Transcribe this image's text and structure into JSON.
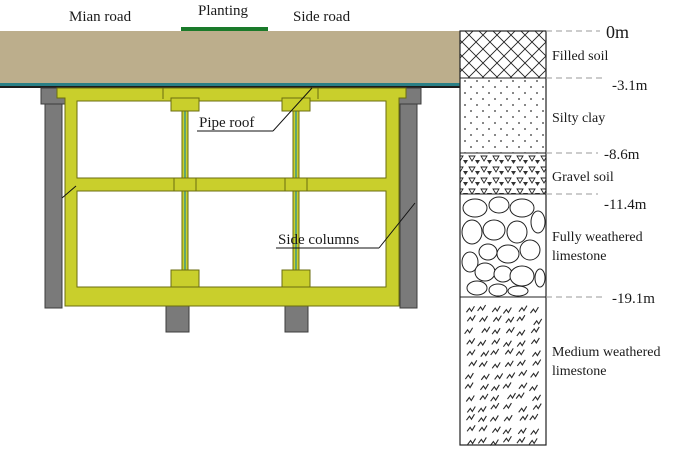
{
  "surface_labels": {
    "main_road": "Mian road",
    "planting": "Planting",
    "side_road": "Side road"
  },
  "structure_labels": {
    "pipe_roof": "Pipe roof",
    "side_columns": "Side columns"
  },
  "strata": [
    {
      "name": "Filled soil",
      "name_line2": "",
      "top_depth": "0m",
      "bottom_depth": "-3.1m",
      "pattern": "crosshatch"
    },
    {
      "name": "Silty clay",
      "name_line2": "",
      "top_depth": "-3.1m",
      "bottom_depth": "-8.6m",
      "pattern": "dots"
    },
    {
      "name": "Gravel soil",
      "name_line2": "",
      "top_depth": "-8.6m",
      "bottom_depth": "-11.4m",
      "pattern": "triangles"
    },
    {
      "name": "Fully weathered",
      "name_line2": "limestone",
      "top_depth": "-11.4m",
      "bottom_depth": "-19.1m",
      "pattern": "boulders"
    },
    {
      "name": "Medium weathered",
      "name_line2": "limestone",
      "top_depth": "-19.1m",
      "bottom_depth": "",
      "pattern": "fractured"
    }
  ],
  "depth_markers": [
    "0m",
    "-3.1m",
    "-8.6m",
    "-11.4m",
    "-19.1m"
  ],
  "colors": {
    "soil": "#bcae8c",
    "slab_line": "#2a7f86",
    "planting": "#1a7a2a",
    "structure": "#c9cf2c",
    "structure_edge": "#6b6e10",
    "column": "#7a7a7a",
    "column_edge": "#3c3c3c"
  }
}
